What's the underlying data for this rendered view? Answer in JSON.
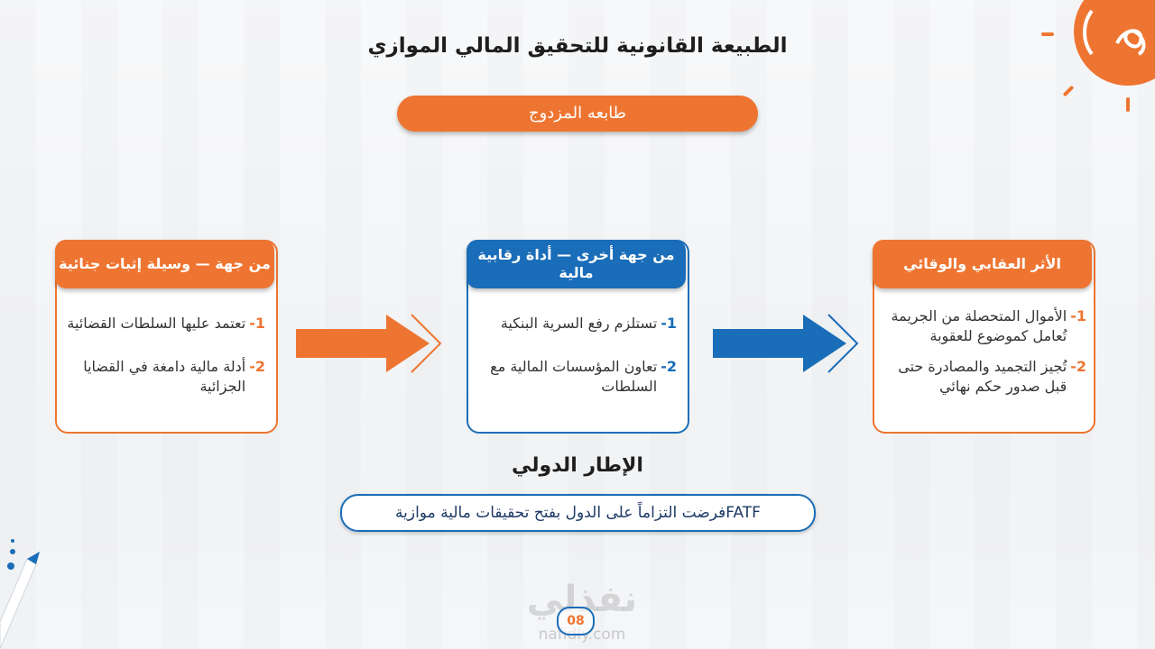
{
  "title": "الطبيعة القانونية للتحقيق المالي الموازي",
  "dual_nature_label": "طابعه المزدوج",
  "cards": [
    {
      "heading": "من جهة — وسيلة إثبات جنائية",
      "items": [
        {
          "num": "1-",
          "text": "تعتمد عليها السلطات القضائية"
        },
        {
          "num": "2-",
          "text": "أدلة مالية دامغة في القضايا الجزائية"
        }
      ]
    },
    {
      "heading": "من جهة أخرى — أداة رقابية مالية",
      "items": [
        {
          "num": "1-",
          "text": "تستلزم رفع السرية البنكية"
        },
        {
          "num": "2-",
          "text": "تعاون المؤسسات المالية مع السلطات"
        }
      ]
    },
    {
      "heading": "الأثر العقابي والوقائي",
      "items": [
        {
          "num": "1-",
          "text": "الأموال المتحصلة من الجريمة تُعامل كموضوع للعقوبة"
        },
        {
          "num": "2-",
          "text": "تُجيز التجميد والمصادرة حتى قبل صدور حكم نهائي"
        }
      ]
    }
  ],
  "international_title": "الإطار الدولي",
  "international_text": "FATFفرضت التزاماً على الدول بفتح تحقيقات مالية موازية",
  "logo_text": "نفذلي",
  "logo_url": "nafidly.com",
  "page_number": "08",
  "colors": {
    "orange": "#ee7531",
    "blue": "#1a6db8"
  },
  "icons": [
    "arrow-right-icon",
    "infinity-logo-icon",
    "pencil-icon"
  ]
}
